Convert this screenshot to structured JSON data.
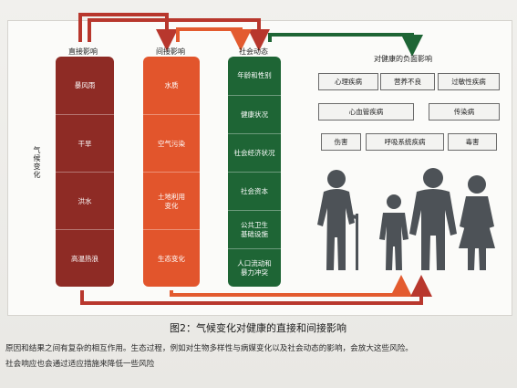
{
  "diagram": {
    "headers": {
      "direct": "直接影响",
      "indirect": "间接影响",
      "social": "社会动态",
      "negative": "对健康的负面影响"
    },
    "side_label": "气候变化",
    "direct_items": [
      "暴风雨",
      "干旱",
      "洪水",
      "高温热浪"
    ],
    "indirect_items": [
      "水质",
      "空气污染",
      "土地利用\n变化",
      "生态变化"
    ],
    "social_items": [
      "年龄和性别",
      "健康状况",
      "社会经济状况",
      "社会资本",
      "公共卫生\n基础设施",
      "人口流动和\n暴力冲突"
    ],
    "health_effects": [
      [
        "心理疾病",
        "营养不良",
        "过敏性疾病"
      ],
      [
        "心血管疾病",
        "传染病"
      ],
      [
        "伤害",
        "呼吸系统疾病",
        "毒害"
      ]
    ],
    "colors": {
      "direct": "#8e2b25",
      "indirect": "#e2552c",
      "social": "#1e6535",
      "family": "#4d5257"
    }
  },
  "caption": "图2：气候变化对健康的直接和间接影响",
  "body_text": [
    "原因和结果之间有复杂的相互作用。生态过程，例如对生物多样性与病媒变化以及社会动态的影响，会放大这些风险。",
    "社会响应也会通过适应措施来降低一些风险"
  ]
}
